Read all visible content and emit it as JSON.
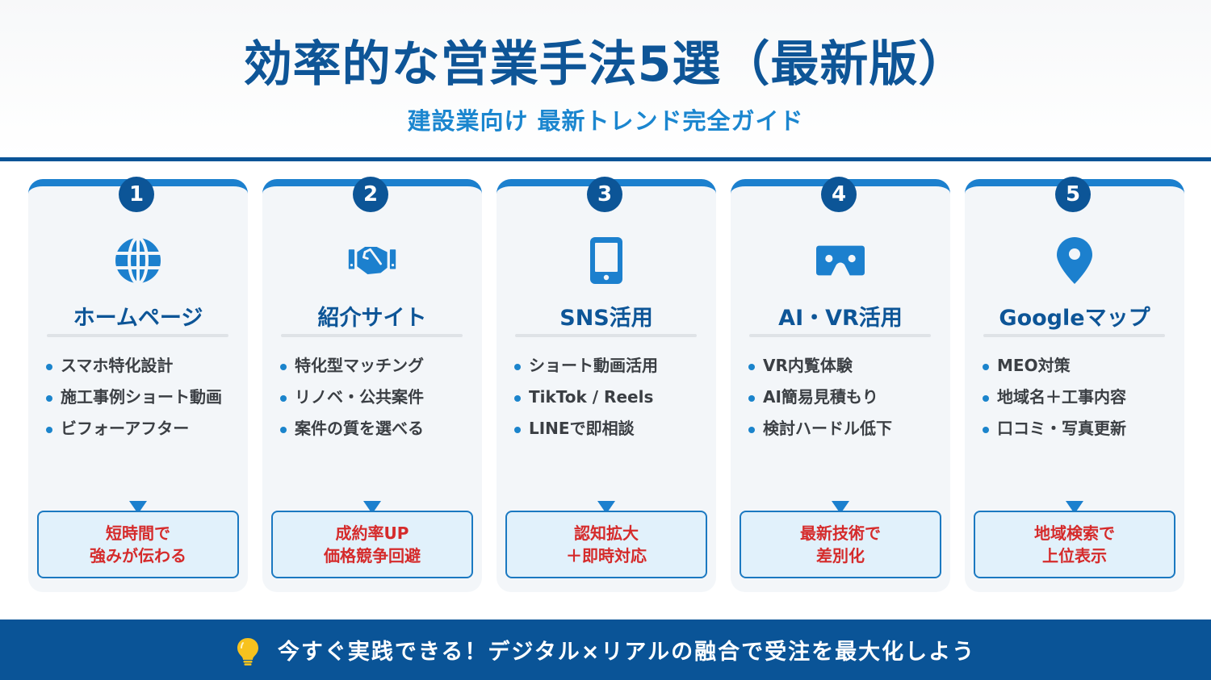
{
  "header": {
    "title": "効率的な営業手法5選（最新版）",
    "subtitle": "建設業向け 最新トレンド完全ガイド"
  },
  "colors": {
    "primary": "#0a5497",
    "accent": "#1c80ce",
    "highlight_text": "#d52b2b",
    "card_bg": "#f3f6f9",
    "result_bg": "#e1f1fb"
  },
  "cards": [
    {
      "number": "1",
      "icon": "globe-icon",
      "title": "ホームページ",
      "bullets": [
        "スマホ特化設計",
        "施工事例ショート動画",
        "ビフォーアフター"
      ],
      "result": [
        "短時間で",
        "強みが伝わる"
      ]
    },
    {
      "number": "2",
      "icon": "handshake-icon",
      "title": "紹介サイト",
      "bullets": [
        "特化型マッチング",
        "リノベ・公共案件",
        "案件の質を選べる"
      ],
      "result": [
        "成約率UP",
        "価格競争回避"
      ]
    },
    {
      "number": "3",
      "icon": "smartphone-icon",
      "title": "SNS活用",
      "bullets": [
        "ショート動画活用",
        "TikTok / Reels",
        "LINEで即相談"
      ],
      "result": [
        "認知拡大",
        "＋即時対応"
      ]
    },
    {
      "number": "4",
      "icon": "vr-headset-icon",
      "title": "AI・VR活用",
      "bullets": [
        "VR内覧体験",
        "AI簡易見積もり",
        "検討ハードル低下"
      ],
      "result": [
        "最新技術で",
        "差別化"
      ]
    },
    {
      "number": "5",
      "icon": "map-pin-icon",
      "title": "Googleマップ",
      "bullets": [
        "MEO対策",
        "地域名＋工事内容",
        "口コミ・写真更新"
      ],
      "result": [
        "地域検索で",
        "上位表示"
      ]
    }
  ],
  "footer": {
    "icon": "lightbulb-icon",
    "text": "今すぐ実践できる！デジタル×リアルの融合で受注を最大化しよう"
  }
}
